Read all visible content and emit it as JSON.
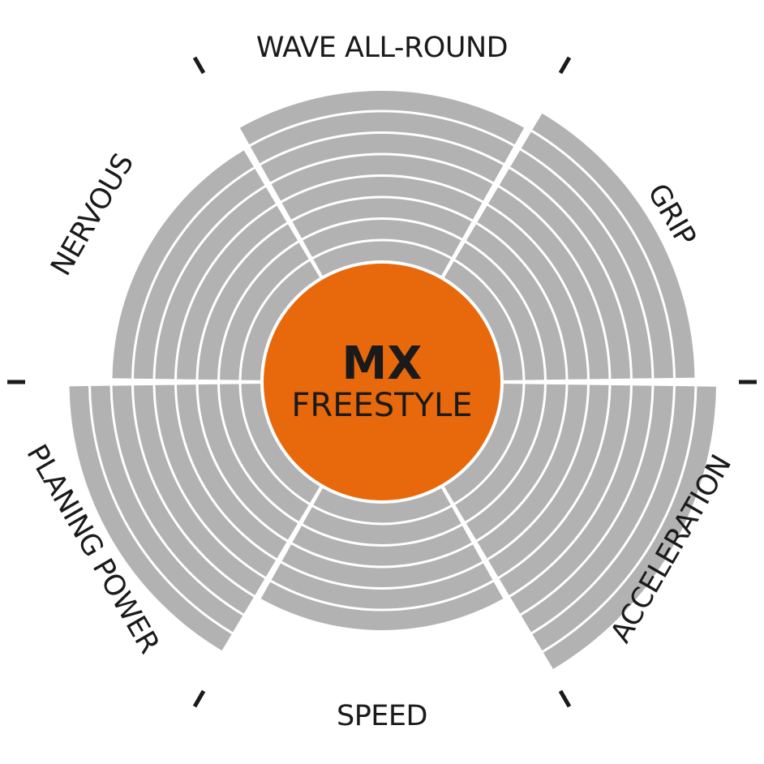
{
  "product": {
    "model": "MX",
    "category": "FREESTYLE"
  },
  "colors": {
    "ring": "#b2b2b2",
    "center": "#e8680c",
    "text": "#1a1a1a",
    "background": "#ffffff"
  },
  "chart_data": {
    "type": "radial-bar",
    "scale_max": 9,
    "categories": [
      "WAVE ALL-ROUND",
      "GRIP",
      "ACCELERATION",
      "SPEED",
      "PLANING POWER",
      "NERVOUS"
    ],
    "values": [
      8,
      9,
      10,
      6,
      9,
      7
    ]
  }
}
